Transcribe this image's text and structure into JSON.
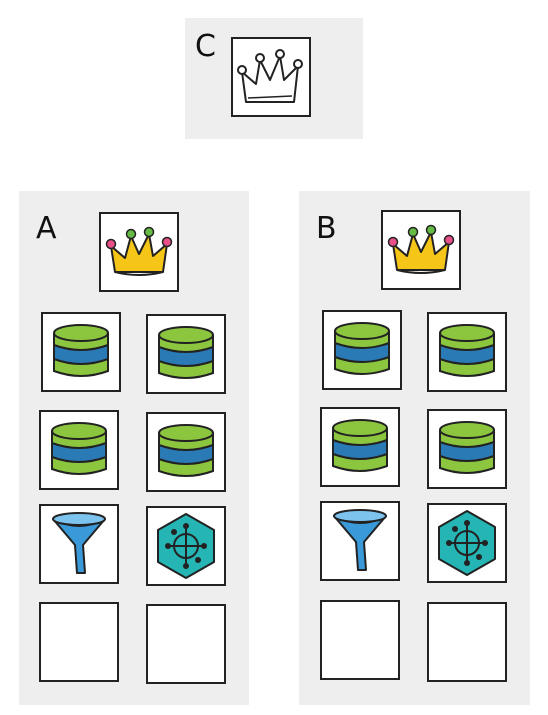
{
  "panels": {
    "c": {
      "letter": "C",
      "header_icon": "crown-outline-icon"
    },
    "a": {
      "letter": "A",
      "header_icon": "crown-color-icon",
      "cells": [
        "database-icon",
        "database-icon",
        "database-icon",
        "database-icon",
        "funnel-icon",
        "hexagon-network-icon",
        "empty",
        "empty"
      ]
    },
    "b": {
      "letter": "B",
      "header_icon": "crown-color-icon",
      "cells": [
        "database-icon",
        "database-icon",
        "database-icon",
        "database-icon",
        "funnel-icon",
        "hexagon-network-icon",
        "empty",
        "empty"
      ]
    }
  },
  "colors": {
    "panel_bg": "#eeeeee",
    "crown_gold": "#f5c518",
    "crown_pink": "#e8508a",
    "crown_green": "#66bb44",
    "db_green": "#8cc63f",
    "db_blue": "#2a7ab5",
    "funnel_blue": "#3a9ad9",
    "hex_teal": "#25b5b5"
  }
}
